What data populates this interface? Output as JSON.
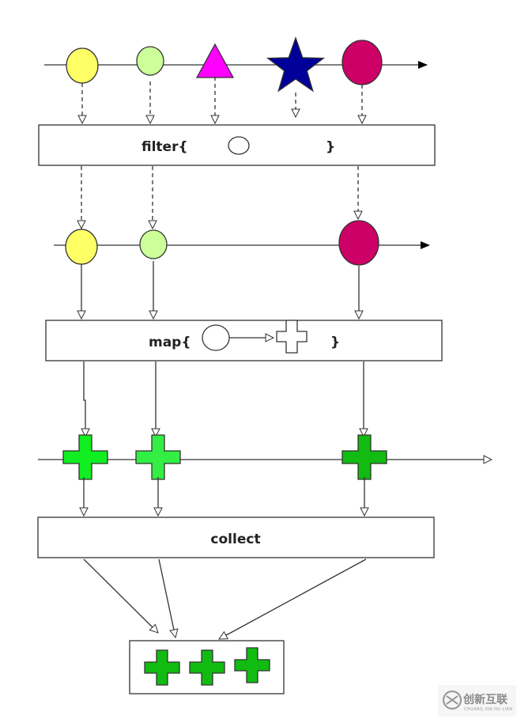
{
  "stages": {
    "filter": {
      "open": "filter{",
      "close": "}"
    },
    "map": {
      "open": "map{",
      "close": "}"
    },
    "collect": {
      "label": "collect"
    }
  },
  "source_stream": {
    "items": [
      {
        "shape": "ellipse",
        "color": "#ffff66"
      },
      {
        "shape": "ellipse",
        "color": "#ccff99"
      },
      {
        "shape": "triangle",
        "color": "#ff00ff"
      },
      {
        "shape": "star",
        "color": "#000099"
      },
      {
        "shape": "ellipse",
        "color": "#cc0066"
      }
    ]
  },
  "filtered_stream": {
    "items": [
      {
        "shape": "ellipse",
        "color": "#ffff66"
      },
      {
        "shape": "ellipse",
        "color": "#ccff99"
      },
      {
        "shape": "ellipse",
        "color": "#cc0066"
      }
    ]
  },
  "mapped_stream": {
    "items": [
      {
        "shape": "cross",
        "color": "#11ee22"
      },
      {
        "shape": "cross",
        "color": "#33ee44"
      },
      {
        "shape": "cross",
        "color": "#11bb11"
      }
    ]
  },
  "result": {
    "items": [
      {
        "shape": "cross",
        "color": "#11bb11"
      },
      {
        "shape": "cross",
        "color": "#11bb11"
      },
      {
        "shape": "cross",
        "color": "#11bb11"
      }
    ]
  },
  "watermark": {
    "text": "创新互联",
    "subtext": "CHUANG XIN HU LIAN"
  }
}
